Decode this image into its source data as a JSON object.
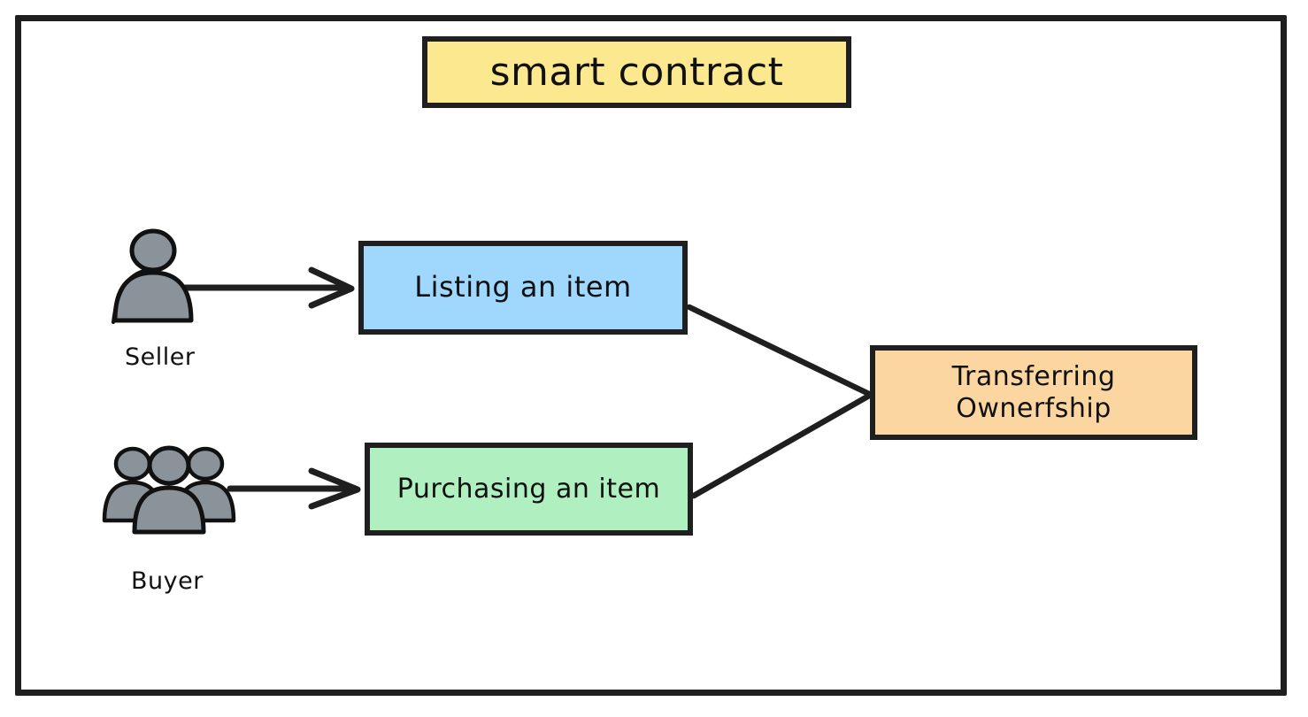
{
  "diagram": {
    "title_box": {
      "label": "smart contract",
      "fill": "#fce88e"
    },
    "actors": [
      {
        "id": "seller",
        "label": "Seller",
        "icon": "single-person-icon",
        "fill": "#8a929a"
      },
      {
        "id": "buyer",
        "label": "Buyer",
        "icon": "group-of-people-icon",
        "fill": "#8a929a"
      }
    ],
    "nodes": [
      {
        "id": "listing",
        "label": "Listing an item",
        "fill": "#a0d7fc"
      },
      {
        "id": "purchasing",
        "label": "Purchasing an item",
        "fill": "#b0efc0"
      },
      {
        "id": "transfer",
        "label_line1": "Transferring",
        "label_line2": "Ownerfship",
        "fill": "#fcd6a0"
      }
    ],
    "edges": [
      {
        "id": "seller-to-listing",
        "from": "seller",
        "to": "listing",
        "arrow": true
      },
      {
        "id": "buyer-to-purchasing",
        "from": "buyer",
        "to": "purchasing",
        "arrow": true
      },
      {
        "id": "listing-to-transfer",
        "from": "listing",
        "to": "transfer",
        "arrow": false
      },
      {
        "id": "purchasing-to-transfer",
        "from": "purchasing",
        "to": "transfer",
        "arrow": false
      }
    ],
    "colors": {
      "stroke": "#1f1f1f",
      "background": "#ffffff",
      "actor_gray": "#8a929a"
    }
  }
}
